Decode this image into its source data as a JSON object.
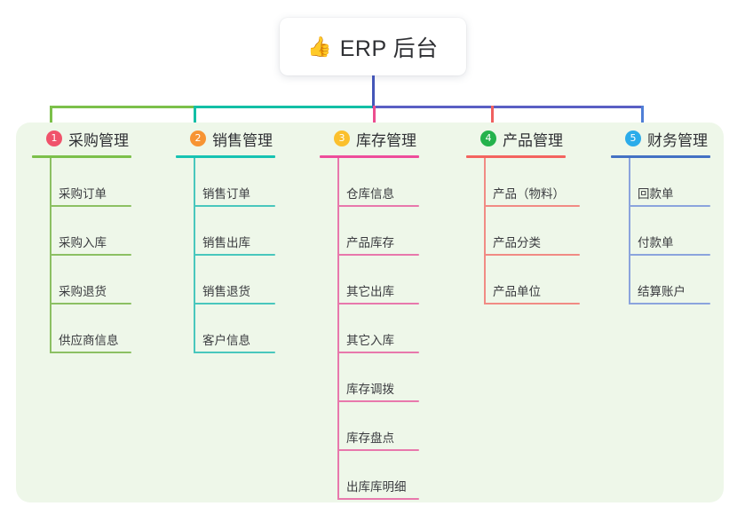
{
  "diagram": {
    "type": "org-tree",
    "root": {
      "emoji": "thumbs-up-icon",
      "emoji_glyph": "👍",
      "label": "ERP 后台"
    },
    "panel_color": "#eef7e9",
    "connector": {
      "stem_color": "#4456b8",
      "segments": [
        {
          "name": "green-segment",
          "color": "#7cc04a"
        },
        {
          "name": "teal-segment",
          "color": "#13bfa6"
        },
        {
          "name": "purple-segment",
          "color": "#5a5fc4"
        }
      ],
      "drops": [
        "#7cc04a",
        "#13bfa6",
        "#ec4e8f",
        "#f0605f",
        "#4f7fd6"
      ]
    },
    "columns": [
      {
        "index": "1",
        "title": "采购管理",
        "badge_color": "#f0536b",
        "rule_color": "#7cc04a",
        "line_color": "#8cc063",
        "items": [
          "采购订单",
          "采购入库",
          "采购退货",
          "供应商信息"
        ]
      },
      {
        "index": "2",
        "title": "销售管理",
        "badge_color": "#f79433",
        "rule_color": "#17c3b2",
        "line_color": "#49c7bd",
        "items": [
          "销售订单",
          "销售出库",
          "销售退货",
          "客户信息"
        ]
      },
      {
        "index": "3",
        "title": "库存管理",
        "badge_color": "#fbc02d",
        "rule_color": "#ee4d9b",
        "line_color": "#e878ac",
        "items": [
          "仓库信息",
          "产品库存",
          "其它出库",
          "其它入库",
          "库存调拨",
          "库存盘点",
          "出库库明细"
        ]
      },
      {
        "index": "4",
        "title": "产品管理",
        "badge_color": "#24b24c",
        "rule_color": "#f4645f",
        "line_color": "#f18b84",
        "items": [
          "产品（物料）",
          "产品分类",
          "产品单位"
        ]
      },
      {
        "index": "5",
        "title": "财务管理",
        "badge_color": "#2bacea",
        "rule_color": "#4472c4",
        "line_color": "#8ba4dd",
        "items": [
          "回款单",
          "付款单",
          "结算账户"
        ]
      }
    ]
  }
}
